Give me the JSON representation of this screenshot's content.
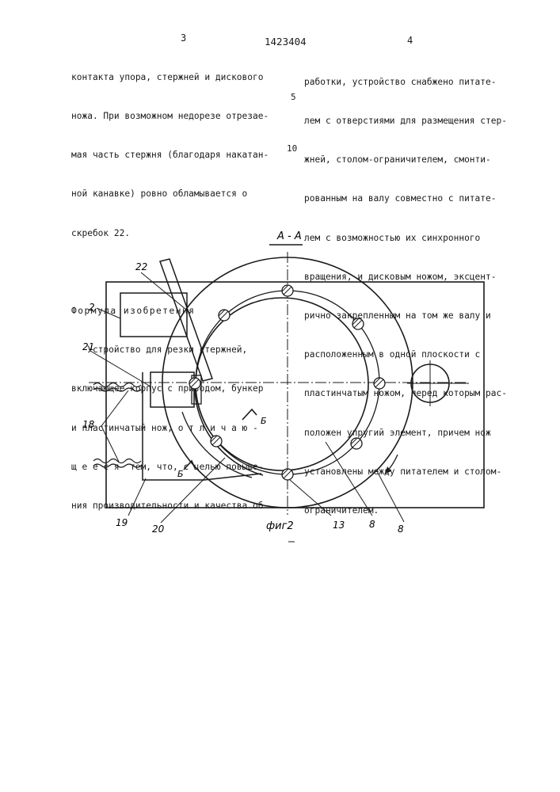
{
  "header": {
    "page_left": "3",
    "patent_number": "1423404",
    "page_right": "4"
  },
  "left_column": [
    "контакта упора, стержней и дискового",
    "ножа. При возможном недорезе отрезае-",
    "мая часть стержня (благодаря накатан-",
    "ной канавке) ровно обламывается о",
    "скребок 22.",
    "",
    "Формула изобретения",
    "   Устройство для резки стержней,",
    "включающее корпус с приводом, бункер",
    "и пластинчатый нож, о т л и ч а ю -",
    "щ е е с я  тем, что, с целью повыше-",
    "ния производительности и качества об-"
  ],
  "right_column": [
    "работки, устройство снабжено питате-",
    "лем с отверстиями для размещения стер-",
    "жней, столом-ограничителем, смонти-",
    "рованным на валу совместно с питате-",
    "лем с возможностью их синхронного",
    "вращения, и дисковым ножом, эксцент-",
    "рично закрепленным на том же валу и",
    "расположенным в одной плоскости с",
    "пластинчатым ножом, перед которым рас-",
    "положен упругий элемент, причем нож",
    "установлены между питателем и столом-",
    "ограничителем."
  ],
  "line_numbers": {
    "five": "5",
    "ten": "10"
  },
  "figure": {
    "section_label": "А - А",
    "caption": "фиг2",
    "labels": {
      "l22": "22",
      "l2": "2",
      "l21": "21",
      "l18": "18",
      "l19": "19",
      "l20": "20",
      "l13": "13",
      "l8a": "8",
      "l8b": "8",
      "lB1": "Б",
      "lB2": "Б"
    }
  }
}
